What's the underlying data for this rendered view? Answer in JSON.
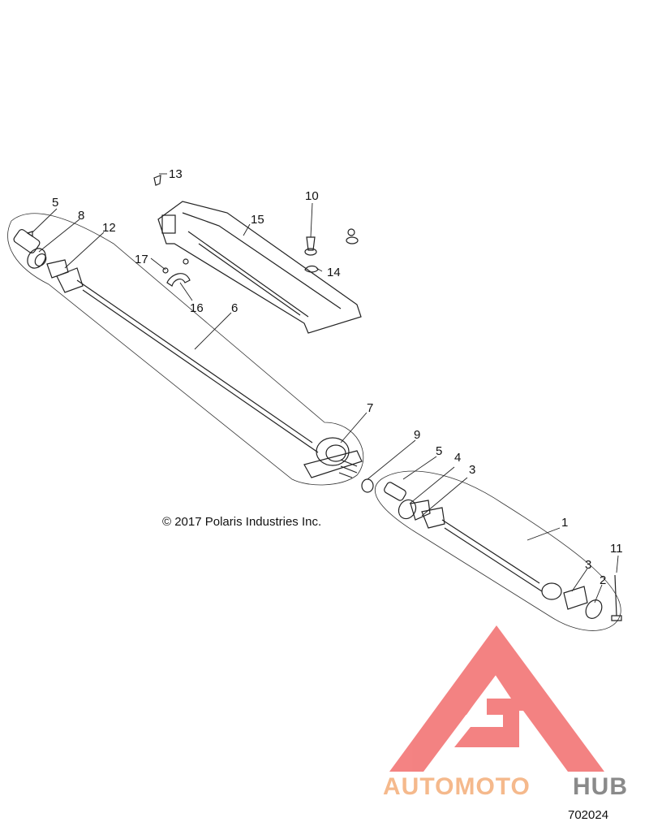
{
  "callouts": [
    {
      "id": "c13",
      "text": "13"
    },
    {
      "id": "c10",
      "text": "10"
    },
    {
      "id": "c15",
      "text": "15"
    },
    {
      "id": "c5a",
      "text": "5"
    },
    {
      "id": "c8",
      "text": "8"
    },
    {
      "id": "c12",
      "text": "12"
    },
    {
      "id": "c17",
      "text": "17"
    },
    {
      "id": "c14",
      "text": "14"
    },
    {
      "id": "c16",
      "text": "16"
    },
    {
      "id": "c6",
      "text": "6"
    },
    {
      "id": "c7",
      "text": "7"
    },
    {
      "id": "c9",
      "text": "9"
    },
    {
      "id": "c5b",
      "text": "5"
    },
    {
      "id": "c4",
      "text": "4"
    },
    {
      "id": "c3a",
      "text": "3"
    },
    {
      "id": "c1",
      "text": "1"
    },
    {
      "id": "c11",
      "text": "11"
    },
    {
      "id": "c3b",
      "text": "3"
    },
    {
      "id": "c2",
      "text": "2"
    }
  ],
  "copyright": "© 2017 Polaris Industries Inc.",
  "figure_number": "702024",
  "watermark": {
    "text_a": "AUTOMOTO",
    "text_b": "HUB",
    "color_a": "#f5b98c",
    "color_b": "#8a8a8a",
    "logo_color": "#f26d6d"
  }
}
